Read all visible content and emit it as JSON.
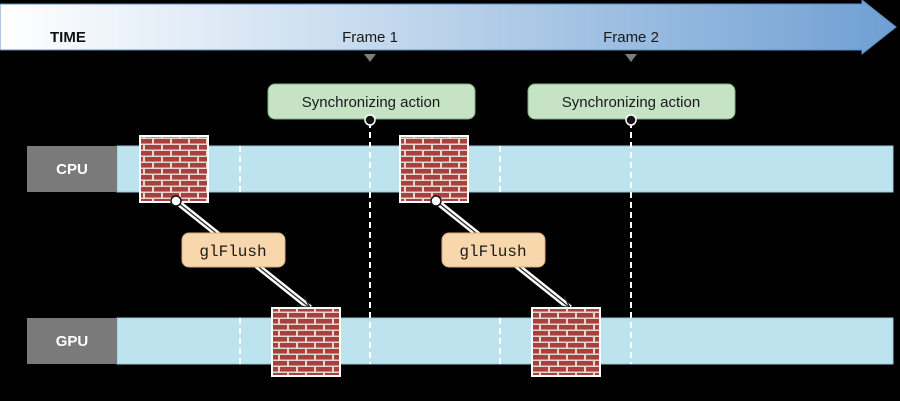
{
  "timeline": {
    "label": "TIME"
  },
  "frames": [
    {
      "label": "Frame 1"
    },
    {
      "label": "Frame 2"
    }
  ],
  "lanes": [
    {
      "label": "CPU"
    },
    {
      "label": "GPU"
    }
  ],
  "sync_actions": [
    {
      "label": "Synchronizing action"
    },
    {
      "label": "Synchronizing action"
    }
  ],
  "flushes": [
    {
      "label": "glFlush"
    },
    {
      "label": "glFlush"
    }
  ],
  "colors": {
    "lane_fill": "#bde3ef",
    "lane_label_fill": "#7a7a7a",
    "brick": "#a8403d",
    "mortar": "#e8d5cf",
    "sync_fill": "#c6e3c6",
    "flush_fill": "#f9d7ac"
  },
  "icons": {
    "work_block": "brick-wall-icon"
  }
}
